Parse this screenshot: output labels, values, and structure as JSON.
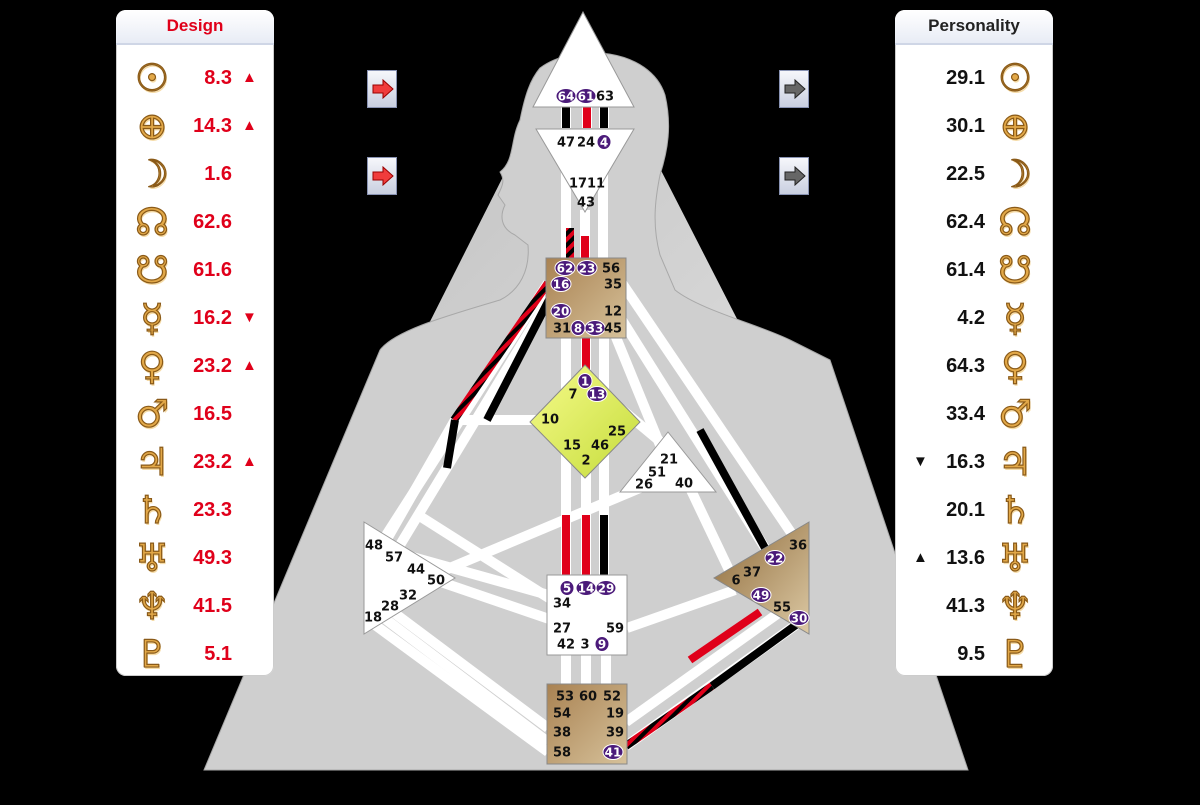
{
  "design": {
    "title": "Design",
    "rows": [
      {
        "planet": "sun-icon",
        "glyph": "☉",
        "value": "8.3",
        "arrow": "▲"
      },
      {
        "planet": "earth-icon",
        "glyph": "⊕",
        "value": "14.3",
        "arrow": "▲"
      },
      {
        "planet": "moon-icon",
        "glyph": "☽",
        "value": "1.6",
        "arrow": ""
      },
      {
        "planet": "north-node-icon",
        "glyph": "☊",
        "value": "62.6",
        "arrow": ""
      },
      {
        "planet": "south-node-icon",
        "glyph": "☋",
        "value": "61.6",
        "arrow": ""
      },
      {
        "planet": "mercury-icon",
        "glyph": "☿",
        "value": "16.2",
        "arrow": "▼"
      },
      {
        "planet": "venus-icon",
        "glyph": "♀",
        "value": "23.2",
        "arrow": "▲"
      },
      {
        "planet": "mars-icon",
        "glyph": "♂",
        "value": "16.5",
        "arrow": ""
      },
      {
        "planet": "jupiter-icon",
        "glyph": "♃",
        "value": "23.2",
        "arrow": "▲"
      },
      {
        "planet": "saturn-icon",
        "glyph": "♄",
        "value": "23.3",
        "arrow": ""
      },
      {
        "planet": "uranus-icon",
        "glyph": "♅",
        "value": "49.3",
        "arrow": ""
      },
      {
        "planet": "neptune-icon",
        "glyph": "♆",
        "value": "41.5",
        "arrow": ""
      },
      {
        "planet": "pluto-icon",
        "glyph": "♇",
        "value": "5.1",
        "arrow": ""
      }
    ]
  },
  "personality": {
    "title": "Personality",
    "rows": [
      {
        "planet": "sun-icon",
        "glyph": "☉",
        "value": "29.1",
        "arrow": ""
      },
      {
        "planet": "earth-icon",
        "glyph": "⊕",
        "value": "30.1",
        "arrow": ""
      },
      {
        "planet": "moon-icon",
        "glyph": "☽",
        "value": "22.5",
        "arrow": ""
      },
      {
        "planet": "north-node-icon",
        "glyph": "☊",
        "value": "62.4",
        "arrow": ""
      },
      {
        "planet": "south-node-icon",
        "glyph": "☋",
        "value": "61.4",
        "arrow": ""
      },
      {
        "planet": "mercury-icon",
        "glyph": "☿",
        "value": "4.2",
        "arrow": ""
      },
      {
        "planet": "venus-icon",
        "glyph": "♀",
        "value": "64.3",
        "arrow": ""
      },
      {
        "planet": "mars-icon",
        "glyph": "♂",
        "value": "33.4",
        "arrow": ""
      },
      {
        "planet": "jupiter-icon",
        "glyph": "♃",
        "value": "16.3",
        "arrow": "▼"
      },
      {
        "planet": "saturn-icon",
        "glyph": "♄",
        "value": "20.1",
        "arrow": ""
      },
      {
        "planet": "uranus-icon",
        "glyph": "♅",
        "value": "13.6",
        "arrow": "▲"
      },
      {
        "planet": "neptune-icon",
        "glyph": "♆",
        "value": "41.3",
        "arrow": ""
      },
      {
        "planet": "pluto-icon",
        "glyph": "♇",
        "value": "9.5",
        "arrow": ""
      }
    ]
  },
  "colors": {
    "design": "#e0001a",
    "personality": "#000000",
    "active_gate": "#4b1a7a",
    "center_defined_tan": "#b08a5a",
    "center_defined_yellow": "#e6f060"
  },
  "gates": {
    "64": "64",
    "61": "61",
    "63": "63",
    "47": "47",
    "24": "24",
    "4": "4",
    "17": "17",
    "11": "11",
    "43": "43",
    "62": "62",
    "23": "23",
    "56": "56",
    "16": "16",
    "35": "35",
    "20": "20",
    "12": "12",
    "31": "31",
    "8": "8",
    "33": "33",
    "45": "45",
    "1": "1",
    "7": "7",
    "13": "13",
    "10": "10",
    "25": "25",
    "15": "15",
    "46": "46",
    "2": "2",
    "21": "21",
    "51": "51",
    "26": "26",
    "40": "40",
    "48": "48",
    "57": "57",
    "44": "44",
    "50": "50",
    "32": "32",
    "28": "28",
    "18": "18",
    "36": "36",
    "22": "22",
    "37": "37",
    "6": "6",
    "49": "49",
    "55": "55",
    "30": "30",
    "5": "5",
    "14": "14",
    "29": "29",
    "34": "34",
    "27": "27",
    "59": "59",
    "42": "42",
    "3": "3",
    "9": "9",
    "53": "53",
    "60": "60",
    "52": "52",
    "54": "54",
    "19": "19",
    "38": "38",
    "39": "39",
    "58": "58",
    "41": "41"
  }
}
